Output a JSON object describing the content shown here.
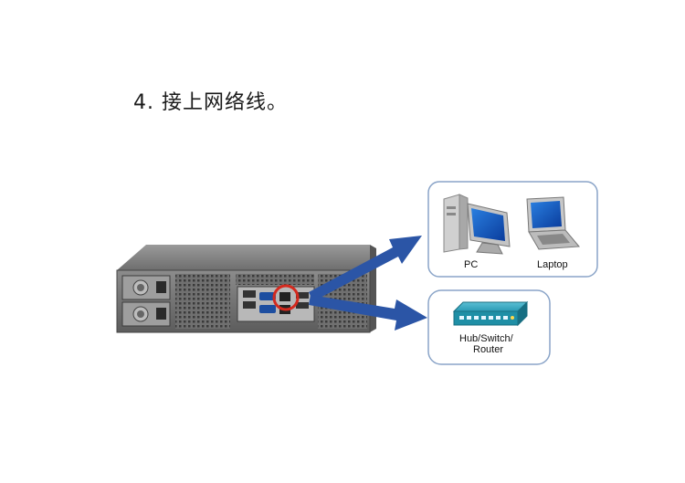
{
  "step": {
    "title": "4. 接上网络线。"
  },
  "devices": {
    "pc_label": "PC",
    "laptop_label": "Laptop",
    "hub_label_line1": "Hub/Switch/",
    "hub_label_line2": "Router"
  },
  "colors": {
    "arrow": "#2b55a6",
    "panel_border": "#8aa4c8",
    "highlight_ring": "#d42a1f",
    "hub_body": "#1f8fa6"
  }
}
